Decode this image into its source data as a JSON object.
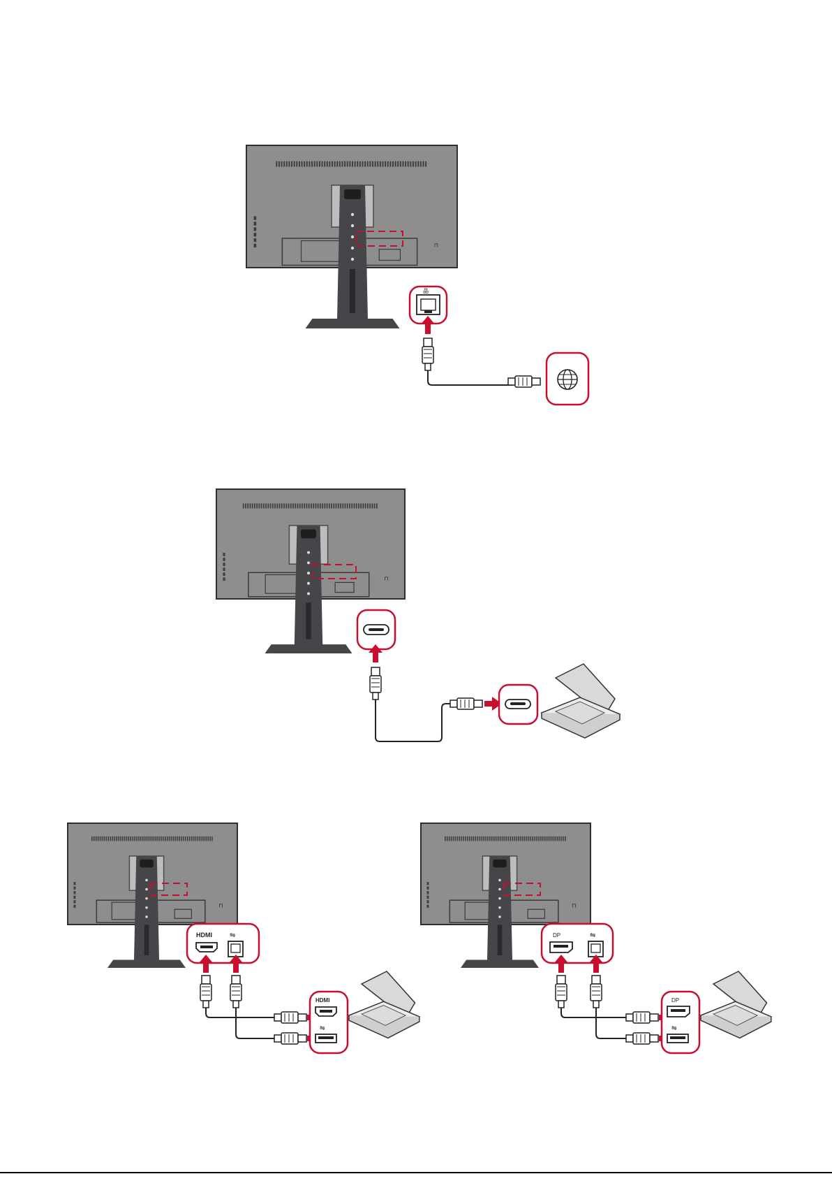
{
  "colors": {
    "monitor_body": "#8e8e8e",
    "monitor_dark": "#3f3f42",
    "stand": "#46464a",
    "accent_red": "#c8102e",
    "cable": "#222222",
    "laptop": "#d9d9d9"
  },
  "diagrams": [
    {
      "id": "ethernet",
      "icons": [
        "ethernet-port-icon",
        "globe-icon"
      ]
    },
    {
      "id": "usb-c",
      "icons": [
        "usb-c-port-icon",
        "laptop-icon"
      ]
    },
    {
      "id": "hdmi-usb",
      "port_labels": {
        "hdmi": "HDMI",
        "usb": "⇋"
      }
    },
    {
      "id": "dp-usb",
      "port_labels": {
        "dp": "DP",
        "usb": "⇋"
      }
    }
  ]
}
